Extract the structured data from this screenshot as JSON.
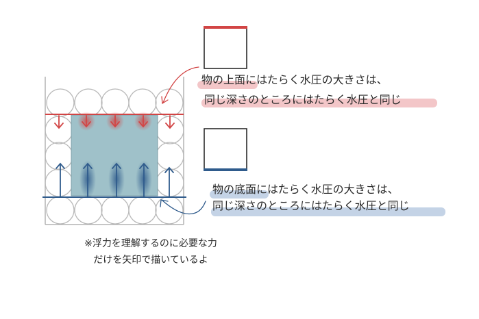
{
  "callouts": {
    "top": {
      "line1": "物の上面にはたらく水圧の大きさは、",
      "line2": "同じ深さのところにはたらく水圧と同じ"
    },
    "bottom": {
      "line1": "物の底面にはたらく水圧の大きさは、",
      "line2": "同じ深さのところにはたらく水圧と同じ"
    }
  },
  "note": {
    "line1": "※浮力を理解するのに必要な力",
    "line2": "だけを矢印で描いているよ"
  },
  "colors": {
    "top_pressure": "#d24545",
    "bottom_pressure": "#2f5b8c",
    "object_fill": "#9fc1c9",
    "top_highlight": "#f3c6c8",
    "bottom_highlight": "#c4d3e6",
    "outline": "#b3b3b3"
  }
}
